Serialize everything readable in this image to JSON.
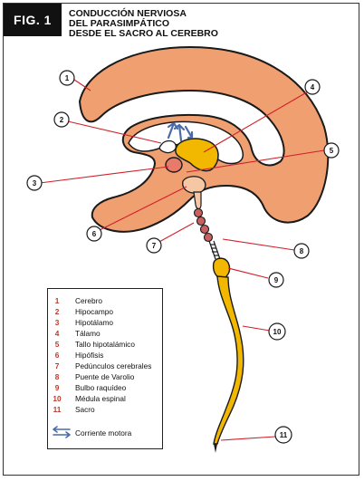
{
  "figure": {
    "badge": "FIG. 1",
    "title_lines": [
      "CONDUCCIÓN NERVIOSA",
      "DEL PARASIMPÁTICO",
      "DESDE EL SACRO AL CEREBRO"
    ]
  },
  "callouts": [
    "1",
    "2",
    "3",
    "4",
    "5",
    "6",
    "7",
    "8",
    "9",
    "10",
    "11"
  ],
  "legend": {
    "items": [
      {
        "num": "1",
        "label": "Cerebro"
      },
      {
        "num": "2",
        "label": "Hipocampo"
      },
      {
        "num": "3",
        "label": "Hipotálamo"
      },
      {
        "num": "4",
        "label": "Tálamo"
      },
      {
        "num": "5",
        "label": "Tallo hipotalámico"
      },
      {
        "num": "6",
        "label": "Hipófisis"
      },
      {
        "num": "7",
        "label": "Pedúnculos cerebrales"
      },
      {
        "num": "8",
        "label": "Puente de Varolio"
      },
      {
        "num": "9",
        "label": "Bulbo raquídeo"
      },
      {
        "num": "10",
        "label": "Médula espinal"
      },
      {
        "num": "11",
        "label": "Sacro"
      }
    ],
    "motor_current_label": "Corriente motora"
  },
  "colors": {
    "brain": "#f0a070",
    "thalamus": "#f2b800",
    "hypothalamus": "#e87a6a",
    "peduncles": "#c86060",
    "spinal_cord": "#f2b800",
    "leader_line": "#d0202a",
    "legend_number": "#c0392b",
    "motor_arrow": "#4a6aa8"
  }
}
